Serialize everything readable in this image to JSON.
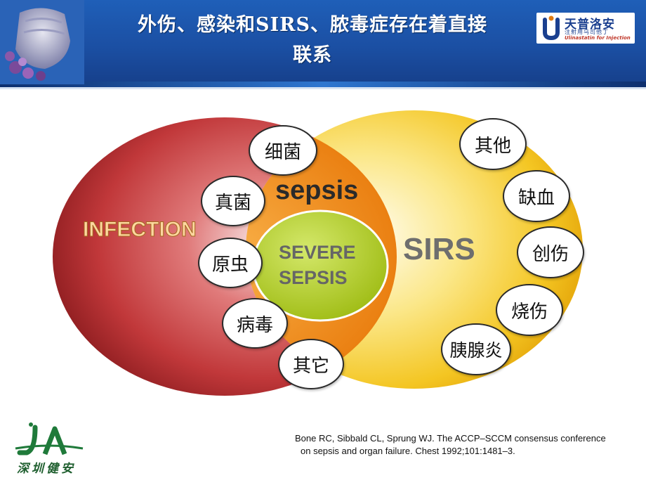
{
  "header": {
    "title_line1": "外伤、感染和SIRS、脓毒症存在着直接",
    "title_line2": "联系",
    "brand_name": "天普洛安",
    "brand_sub": "注射用乌司他丁",
    "brand_en": "Ulinastatin for Injection"
  },
  "diagram": {
    "infection_label": "INFECTION",
    "sirs_label": "SIRS",
    "sepsis_label": "sepsis",
    "severe_line1": "SEVERE",
    "severe_line2": "SEPSIS",
    "infection_bubbles": [
      "细菌",
      "真菌",
      "原虫",
      "病毒",
      "其它"
    ],
    "sirs_bubbles": [
      "其他",
      "缺血",
      "创伤",
      "烧伤",
      "胰腺炎"
    ],
    "colors": {
      "infection": "#b8262a",
      "sirs": "#f6c21c",
      "sepsis": "#ef8a12",
      "severe": "#a6c31a"
    }
  },
  "footer": {
    "reference_line1": "Bone RC, Sibbald CL, Sprung WJ. The ACCP–SCCM consensus conference",
    "reference_line2": "on sepsis and organ failure. Chest 1992;101:1481–3.",
    "org_name": "深圳健安"
  }
}
